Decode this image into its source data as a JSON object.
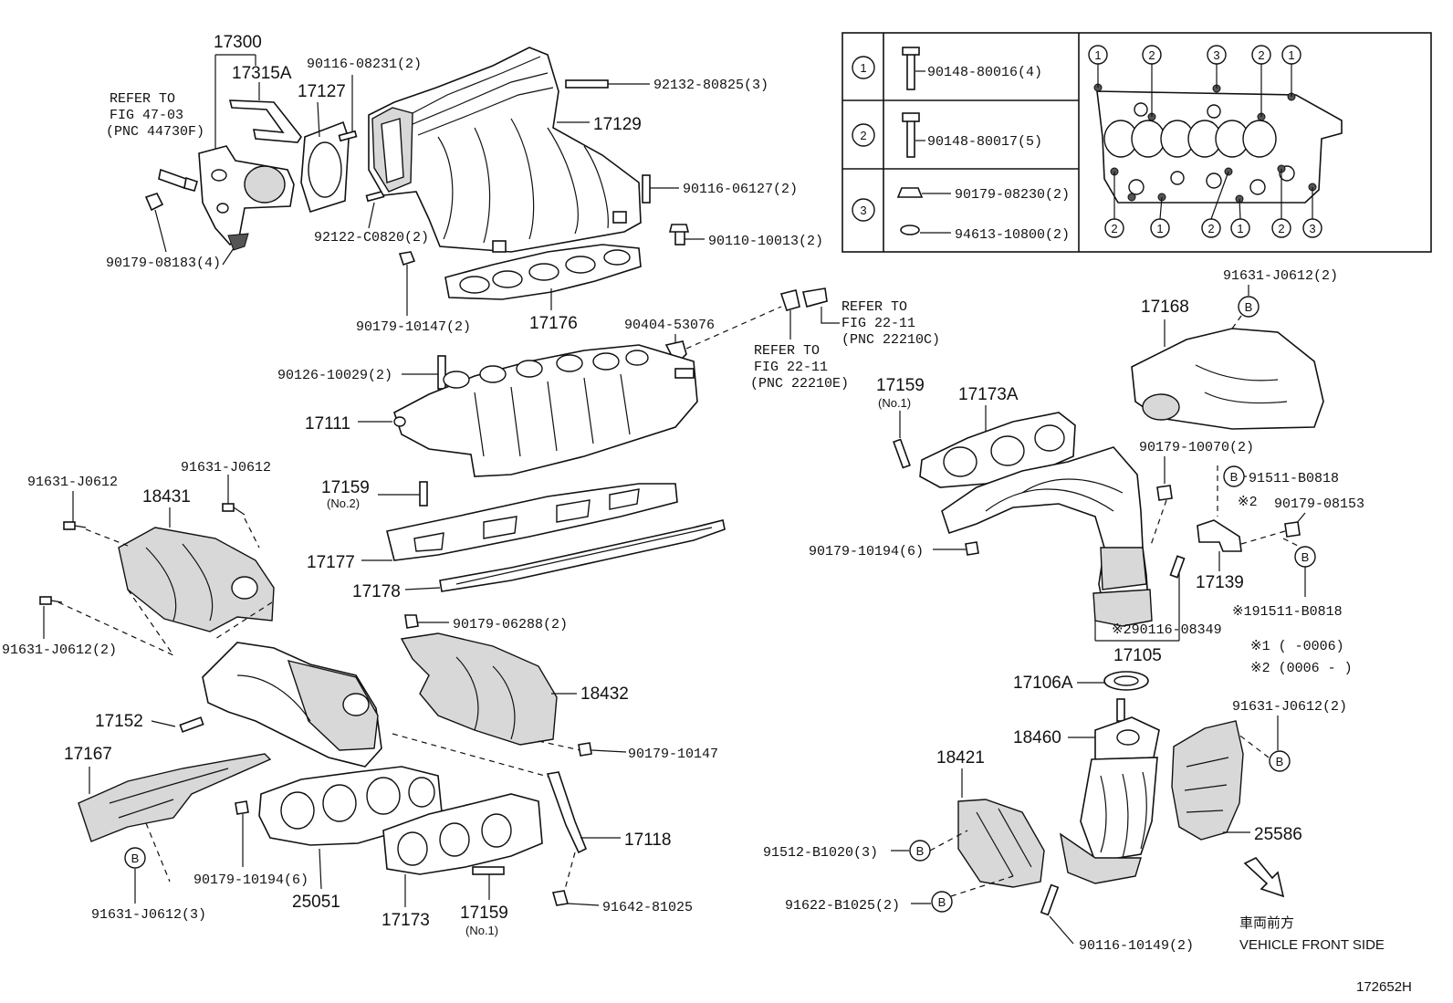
{
  "diagram_id": "172652H",
  "labels": {
    "p17300": "17300",
    "p17315A": "17315A",
    "refer_47_l1": "REFER TO",
    "refer_47_l2": "FIG 47-03",
    "refer_47_l3": "(PNC 44730F)",
    "p90179_08183": "90179-08183(4)",
    "p90116_08231": "90116-08231(2)",
    "p17127": "17127",
    "p92122_C0820": "92122-C0820(2)",
    "p92132_80825": "92132-80825(3)",
    "p17129": "17129",
    "p90116_06127": "90116-06127(2)",
    "p90110_10013": "90110-10013(2)",
    "p90179_10147_2": "90179-10147(2)",
    "p17176": "17176",
    "p90404_53076": "90404-53076",
    "refer_22e_l1": "REFER TO",
    "refer_22e_l2": "FIG 22-11",
    "refer_22e_l3": "(PNC 22210E)",
    "refer_22c_l1": "REFER TO",
    "refer_22c_l2": "FIG 22-11",
    "refer_22c_l3": "(PNC 22210C)",
    "p90126_10029": "90126-10029(2)",
    "p17111": "17111",
    "p17159_no2": "17159",
    "no2": "(No.2)",
    "p17177": "17177",
    "p17178": "17178",
    "p91631_J0612_a": "91631-J0612",
    "p91631_J0612_b": "91631-J0612",
    "p18431": "18431",
    "p91631_J0612_c": "91631-J0612(2)",
    "p90179_06288": "90179-06288(2)",
    "p18432": "18432",
    "p17152": "17152",
    "p17167": "17167",
    "p90179_10147": "90179-10147",
    "p17118": "17118",
    "p91631_J0612_3": "91631-J0612(3)",
    "p90179_10194_6a": "90179-10194(6)",
    "p25051": "25051",
    "p17173": "17173",
    "p17159_no1_a": "17159",
    "no1_a": "(No.1)",
    "p91642_81025": "91642-81025",
    "p90148_80016": "90148-80016(4)",
    "p90148_80017": "90148-80017(5)",
    "p90179_08230": "90179-08230(2)",
    "p94613_10800": "94613-10800(2)",
    "p91631_J0612_2r": "91631-J0612(2)",
    "p17168": "17168",
    "p17159_no1_b": "17159",
    "no1_b": "(No.1)",
    "p17173A": "17173A",
    "p90179_10070": "90179-10070(2)",
    "p91511_B0818_a": "91511-B0818",
    "mark2": "※2",
    "p90179_08153": "90179-08153",
    "p90179_10194_6b": "90179-10194(6)",
    "p17139": "17139",
    "p91511_B0818_b": "※191511-B0818",
    "p90116_08349": "※290116-08349",
    "p17105": "17105",
    "note1": "※1 (       -0006)",
    "note2": "※2 (0006 -       )",
    "p17106A": "17106A",
    "p18460": "18460",
    "p91631_J0612_2b": "91631-J0612(2)",
    "p18421": "18421",
    "p91512_B1020": "91512-B1020(3)",
    "p25586": "25586",
    "p91622_B1025": "91622-B1025(2)",
    "p90116_10149": "90116-10149(2)",
    "front_jp": "車両前方",
    "front_en": "VEHICLE FRONT SIDE",
    "ref_b": "B",
    "n1": "1",
    "n2": "2",
    "n3": "3"
  }
}
